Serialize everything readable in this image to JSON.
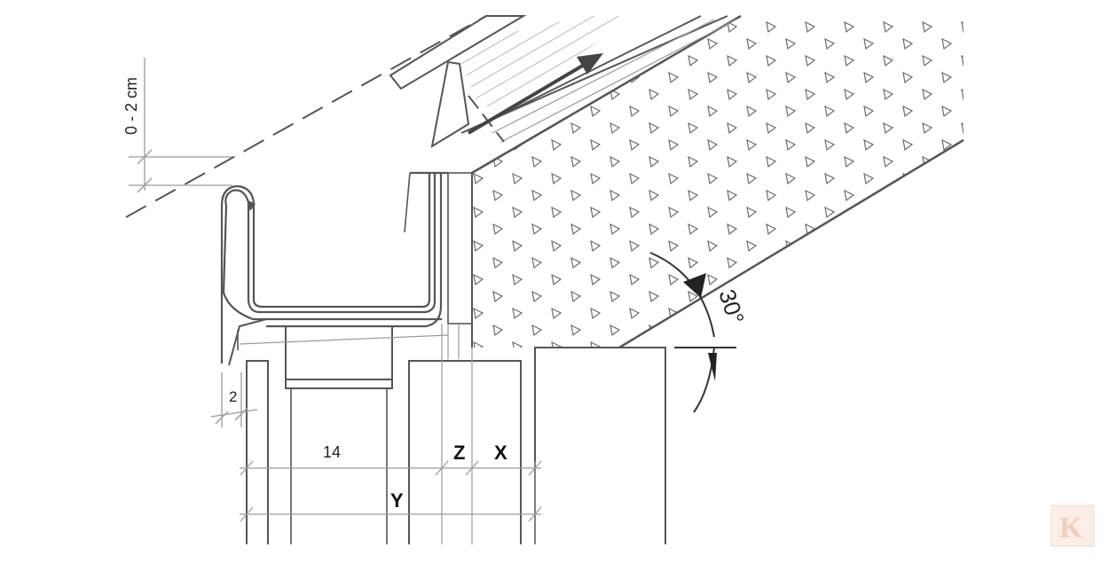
{
  "labels": {
    "range": "0 - 2 cm",
    "gap": "2",
    "width": "14",
    "z": "Z",
    "x": "X",
    "y": "Y",
    "angle": "30°"
  },
  "logo": {
    "text": "K"
  },
  "colors": {
    "line": "#555555",
    "dim": "#9a9a9a",
    "logo": "#f4ddd0"
  }
}
